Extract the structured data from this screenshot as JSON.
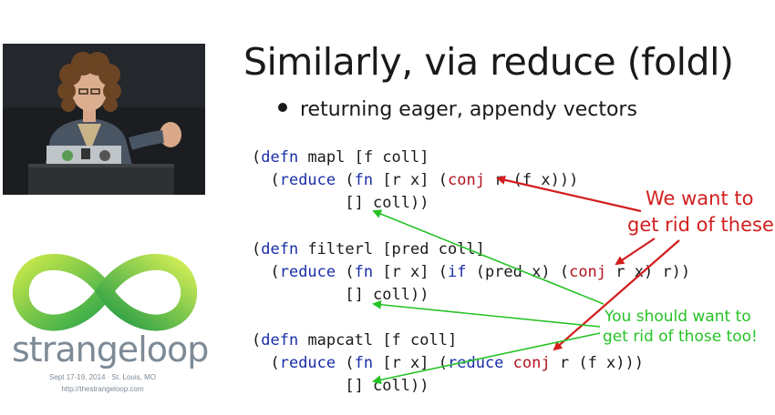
{
  "slide": {
    "title": "Similarly, via reduce (foldl)",
    "bullet": "returning eager, appendy vectors",
    "code": {
      "mapl": {
        "l1_a": "(",
        "l1_defn": "defn",
        "l1_b": " mapl [f coll]",
        "l2_a": "  (",
        "l2_reduce": "reduce",
        "l2_b": " (",
        "l2_fn": "fn",
        "l2_c": " [r x] (",
        "l2_conj": "conj",
        "l2_d": " r (f x)))",
        "l3": "          [] coll))"
      },
      "filterl": {
        "l1_a": "(",
        "l1_defn": "defn",
        "l1_b": " filterl [pred coll]",
        "l2_a": "  (",
        "l2_reduce": "reduce",
        "l2_b": " (",
        "l2_fn": "fn",
        "l2_c": " [r x] (",
        "l2_if": "if",
        "l2_d": " (pred x) (",
        "l2_conj": "conj",
        "l2_e": " r x) r))",
        "l3": "          [] coll))"
      },
      "mapcatl": {
        "l1_a": "(",
        "l1_defn": "defn",
        "l1_b": " mapcatl [f coll]",
        "l2_a": "  (",
        "l2_reduce": "reduce",
        "l2_b": " (",
        "l2_fn": "fn",
        "l2_c": " [r x] (",
        "l2_reduce2": "reduce",
        "l2_d": " ",
        "l2_conj": "conj",
        "l2_e": " r (f x)))",
        "l3": "          [] coll))"
      }
    }
  },
  "annotations": {
    "red_line1": "We want to",
    "red_line2": "get rid of these",
    "green_line1": "You should want to",
    "green_line2": "get rid of those too!"
  },
  "branding": {
    "name": "strangeloop",
    "dates": "Sept 17-19, 2014  ·  St. Louis, MO",
    "url": "http://thestrangeloop.com"
  },
  "colors": {
    "keyword": "#1a2ea8",
    "highlight": "#b3121f",
    "red_annotation": "#d21e1e",
    "green_annotation": "#27c227"
  }
}
